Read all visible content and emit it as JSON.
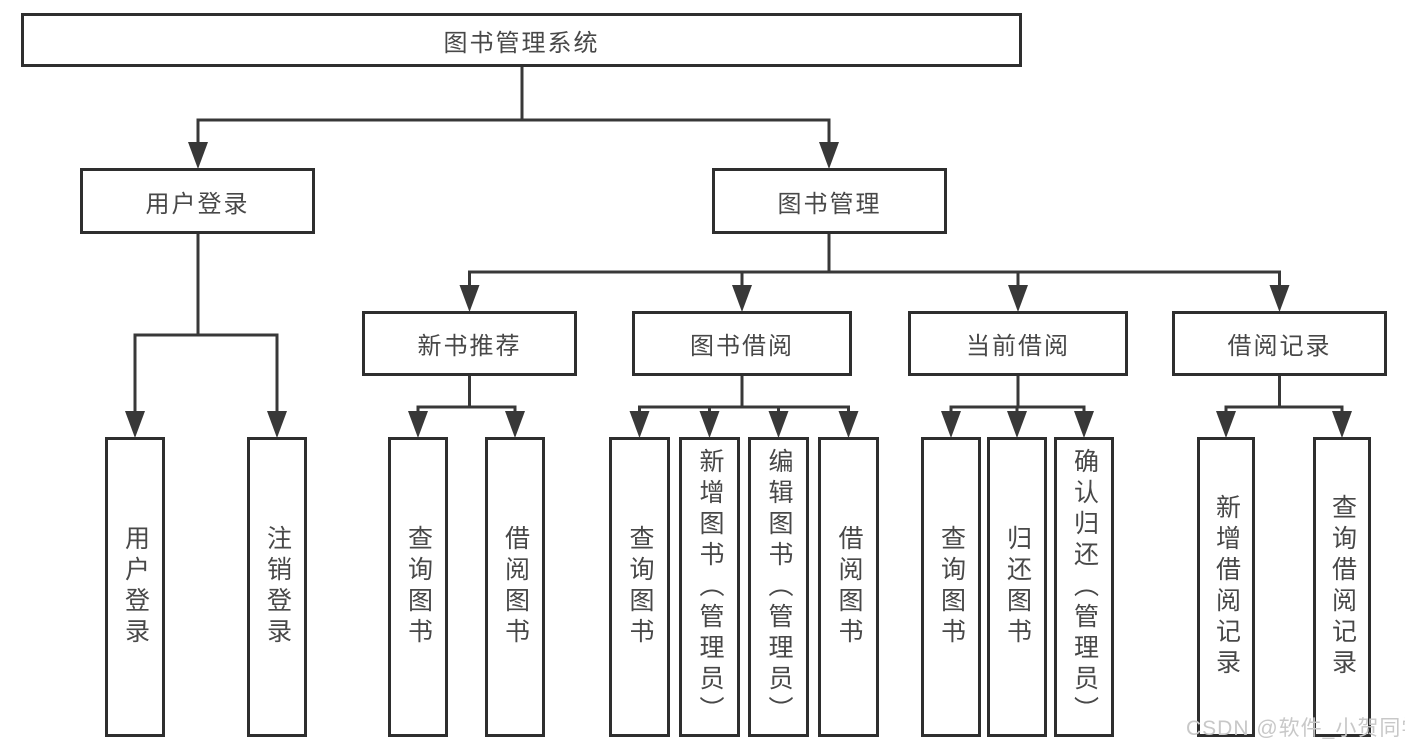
{
  "tree": {
    "root": {
      "label": "图书管理系统"
    },
    "level1": [
      {
        "label": "用户登录",
        "children": [
          {
            "label": "用户登录"
          },
          {
            "label": "注销登录"
          }
        ]
      },
      {
        "label": "图书管理",
        "children": [
          {
            "label": "新书推荐",
            "children": [
              {
                "label": "查询图书"
              },
              {
                "label": "借阅图书"
              }
            ]
          },
          {
            "label": "图书借阅",
            "children": [
              {
                "label": "查询图书"
              },
              {
                "label": "新增图书（管理员）"
              },
              {
                "label": "编辑图书（管理员）"
              },
              {
                "label": "借阅图书"
              }
            ]
          },
          {
            "label": "当前借阅",
            "children": [
              {
                "label": "查询图书"
              },
              {
                "label": "归还图书"
              },
              {
                "label": "确认归还（管理员）"
              }
            ]
          },
          {
            "label": "借阅记录",
            "children": [
              {
                "label": "新增借阅记录"
              },
              {
                "label": "查询借阅记录"
              }
            ]
          }
        ]
      }
    ]
  },
  "watermark": {
    "text": "CSDN @软件_小贺同学"
  },
  "colors": {
    "line": "#383838",
    "border": "#2e2e2e",
    "text": "#484848",
    "watermark": "#c8c8c8",
    "background": "#ffffff"
  }
}
